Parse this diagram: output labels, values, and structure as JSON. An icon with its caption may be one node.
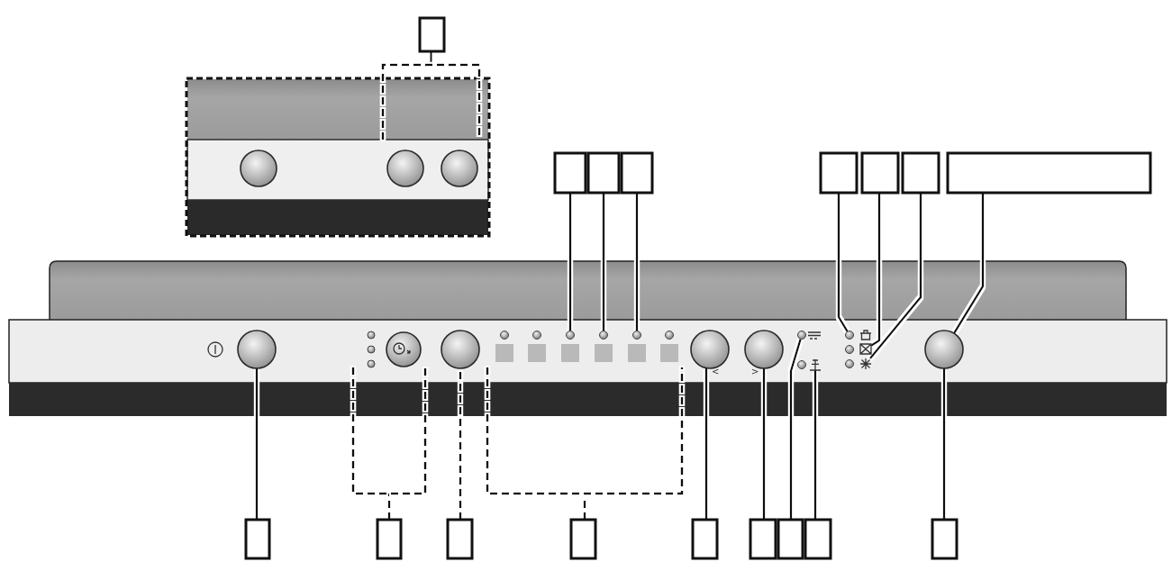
{
  "diagram": {
    "nodes": [
      {
        "text": [],
        "shape": "box"
      },
      {
        "text": [],
        "shape": "bracket"
      },
      {
        "text": [],
        "shape": "box"
      },
      {
        "text": [],
        "shape": "circle",
        "in": 2
      },
      {
        "text": [],
        "shape": "circle",
        "in": 2
      },
      {
        "text": [],
        "shape": "circle",
        "in": 2
      },
      {
        "text": [],
        "shape": "box"
      },
      {
        "text": [],
        "shape": "box"
      },
      {
        "text": [],
        "shape": "box"
      },
      {
        "text": [],
        "shape": "box"
      },
      {
        "text": [],
        "shape": "box"
      },
      {
        "text": [],
        "shape": "box"
      },
      {
        "text": [],
        "shape": "box"
      },
      {
        "text": [],
        "shape": "circle"
      },
      {
        "text": [],
        "shape": "bracket"
      },
      {
        "text": [],
        "shape": "circle"
      },
      {
        "text": [],
        "shape": "circle"
      },
      {
        "text": [],
        "shape": "bracket"
      },
      {
        "text": [],
        "shape": "circle"
      },
      {
        "text": [],
        "shape": "circle"
      },
      {
        "text": [],
        "shape": "circle"
      },
      {
        "text": [],
        "shape": "circle"
      },
      {
        "text": [],
        "shape": "circle"
      },
      {
        "text": [],
        "shape": "circle"
      },
      {
        "text": [],
        "shape": "picture"
      },
      {
        "text": [],
        "shape": "circle"
      },
      {
        "text": [],
        "shape": "picture"
      },
      {
        "text": [],
        "shape": "picture"
      },
      {
        "text": [],
        "shape": "circle"
      },
      {
        "text": [],
        "shape": "box"
      },
      {
        "text": [],
        "shape": "box"
      },
      {
        "text": [],
        "shape": "box"
      },
      {
        "text": [],
        "shape": "box"
      },
      {
        "text": [],
        "shape": "box"
      },
      {
        "text": [],
        "shape": "box"
      },
      {
        "text": [],
        "shape": "box"
      },
      {
        "text": [],
        "shape": "box"
      },
      {
        "text": [],
        "shape": "box"
      }
    ],
    "edges": [
      {
        "from": 0,
        "to": 1,
        "arrow": "none"
      },
      {
        "from": 6,
        "to": 18,
        "arrow": "none"
      },
      {
        "from": 7,
        "to": 19,
        "arrow": "none"
      },
      {
        "from": 8,
        "to": 20,
        "arrow": "none"
      },
      {
        "from": 9,
        "to": 25,
        "arrow": "none"
      },
      {
        "from": 10,
        "to": 26,
        "arrow": "none"
      },
      {
        "from": 11,
        "to": 27,
        "arrow": "none"
      },
      {
        "from": 12,
        "to": 28,
        "arrow": "none"
      },
      {
        "from": 29,
        "to": 13,
        "arrow": "none"
      },
      {
        "from": 30,
        "to": 14,
        "arrow": "none",
        "style": "dashed"
      },
      {
        "from": 31,
        "to": 16,
        "arrow": "none",
        "style": "dashed"
      },
      {
        "from": 32,
        "to": 17,
        "arrow": "none",
        "style": "dashed"
      },
      {
        "from": 33,
        "to": 21,
        "arrow": "none"
      },
      {
        "from": 34,
        "to": 22,
        "arrow": "none"
      },
      {
        "from": 35,
        "to": 23,
        "arrow": "none"
      },
      {
        "from": 36,
        "to": 24,
        "arrow": "none"
      },
      {
        "from": 37,
        "to": 28,
        "arrow": "none"
      }
    ],
    "labels": [
      "<",
      ">"
    ]
  }
}
